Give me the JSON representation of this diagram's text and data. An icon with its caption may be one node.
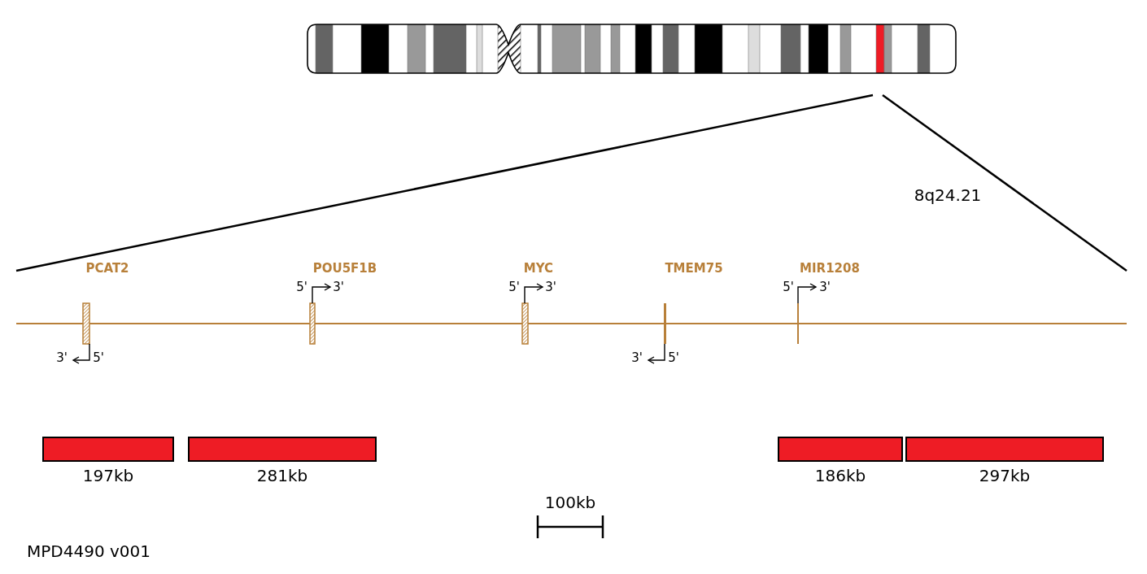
{
  "diagram": {
    "nodes": [
      {
        "text": [],
        "shape": "bar",
        "beside": [
          "197kb"
        ]
      },
      {
        "text": [],
        "shape": "bar",
        "beside": [
          "281kb"
        ]
      },
      {
        "text": [],
        "shape": "bar",
        "beside": [
          "186kb"
        ]
      },
      {
        "text": [],
        "shape": "bar",
        "beside": [
          "297kb"
        ]
      }
    ],
    "labels": [
      "8q24.21",
      "PCAT2",
      "POU5F1B",
      "MYC",
      "TMEM75",
      "MIR1208",
      "5'",
      "3'",
      "5'",
      "3'",
      "5'",
      "3'",
      "3'",
      "5'",
      "3'",
      "5'",
      "100kb",
      "MPD4490 v001"
    ]
  }
}
